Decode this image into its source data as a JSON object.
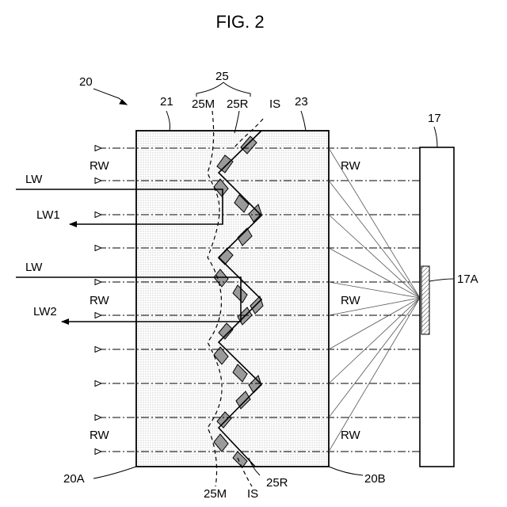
{
  "figure": {
    "title": "FIG. 2",
    "labels": {
      "device": "20",
      "first_layer": "21",
      "second_layer": "23",
      "structure": "25",
      "structure_m_top": "25M",
      "structure_r_top": "25R",
      "interface_top": "IS",
      "structure_m_bottom": "25M",
      "structure_r_bottom": "25R",
      "interface_bottom": "IS",
      "surface_a": "20A",
      "surface_b": "20B",
      "source": "17",
      "emitter": "17A",
      "lw_in_1": "LW",
      "lw_out_1": "LW1",
      "lw_in_2": "LW",
      "lw_out_2": "LW2",
      "rw_left_1": "RW",
      "rw_left_2": "RW",
      "rw_left_3": "RW",
      "rw_right_1": "RW",
      "rw_right_2": "RW",
      "rw_right_3": "RW"
    },
    "colors": {
      "stroke": "#000000",
      "dot_fill": "#e6e6e6",
      "coated_fill": "#9a9a9a",
      "emitter_fill": "#ffffff"
    }
  }
}
